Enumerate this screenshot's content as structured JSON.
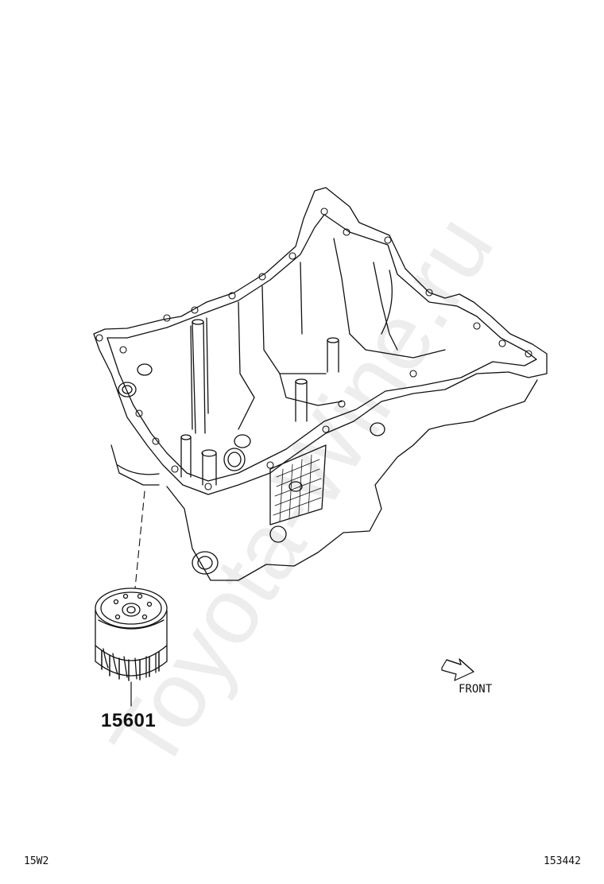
{
  "diagram": {
    "part_number": "15601",
    "direction_label": "FRONT",
    "code_left": "15W2",
    "code_right": "153442",
    "watermark": "Toyota-Wine.ru"
  },
  "icons": {
    "front_arrow": "front-direction-arrow-icon",
    "oil_pan": "oil-pan-illustration",
    "oil_filter": "oil-filter-illustration"
  },
  "colors": {
    "line": "#111111",
    "background": "#ffffff",
    "watermark": "#cccccc"
  }
}
